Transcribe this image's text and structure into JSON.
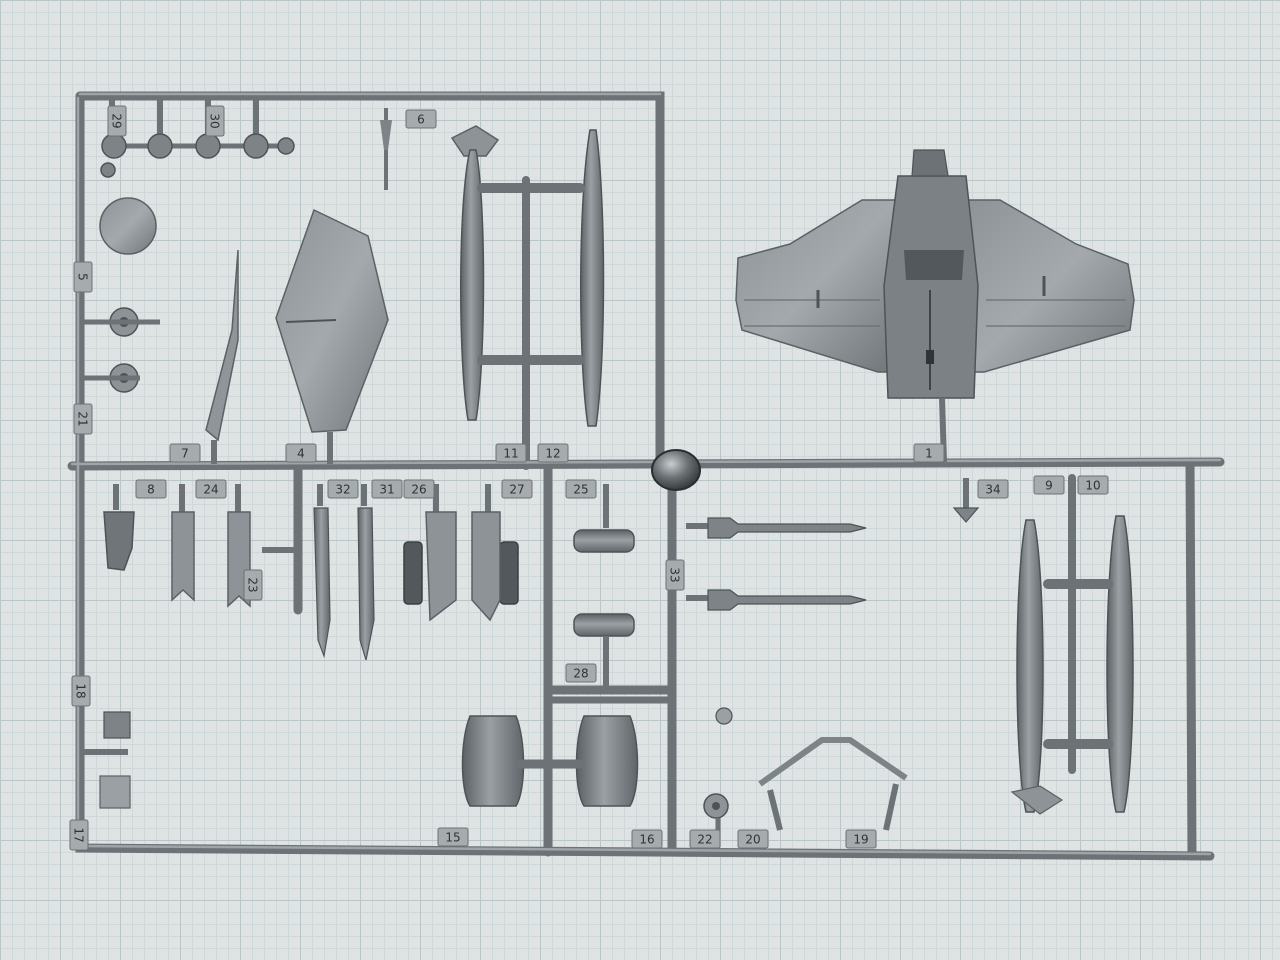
{
  "photo": {
    "subject": "model kit parts sprue",
    "colors": {
      "background": "#dfe3e3",
      "grid_major": "#b9c6c8",
      "plastic": "#7d8386",
      "plastic_light": "#a4aaad",
      "plastic_dark": "#4e5456",
      "tag": "#a6abae"
    },
    "part_numbers": [
      "29",
      "30",
      "6",
      "5",
      "21",
      "7",
      "4",
      "11",
      "12",
      "1",
      "8",
      "24",
      "23",
      "32",
      "31",
      "26",
      "27",
      "25",
      "33",
      "34",
      "9",
      "10",
      "28",
      "18",
      "17",
      "15",
      "16",
      "22",
      "20",
      "19"
    ]
  }
}
